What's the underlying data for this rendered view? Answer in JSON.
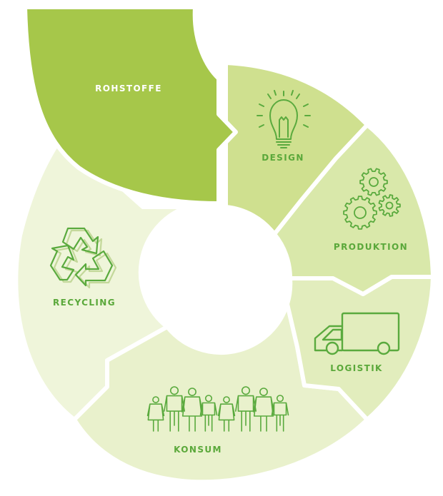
{
  "colors": {
    "rohstoffe": "#a6c74a",
    "design": "#cfe08f",
    "produktion": "#d9e8aa",
    "logistik": "#e2edbd",
    "konsum": "#e9f1cc",
    "recycling": "#eff5da",
    "label": "#5aa83a",
    "icon": "#5aaa3e",
    "icon_shadow": "#c3d89a",
    "label_on_dark": "#ffffff"
  },
  "segments": {
    "rohstoffe": {
      "label": "ROHSTOFFE"
    },
    "design": {
      "label": "DESIGN",
      "icon": "light-bulb-icon"
    },
    "produktion": {
      "label": "PRODUKTION",
      "icon": "gears-icon"
    },
    "logistik": {
      "label": "LOGISTIK",
      "icon": "truck-icon"
    },
    "konsum": {
      "label": "KONSUM",
      "icon": "people-icon"
    },
    "recycling": {
      "label": "RECYCLING",
      "icon": "recycle-icon"
    }
  }
}
